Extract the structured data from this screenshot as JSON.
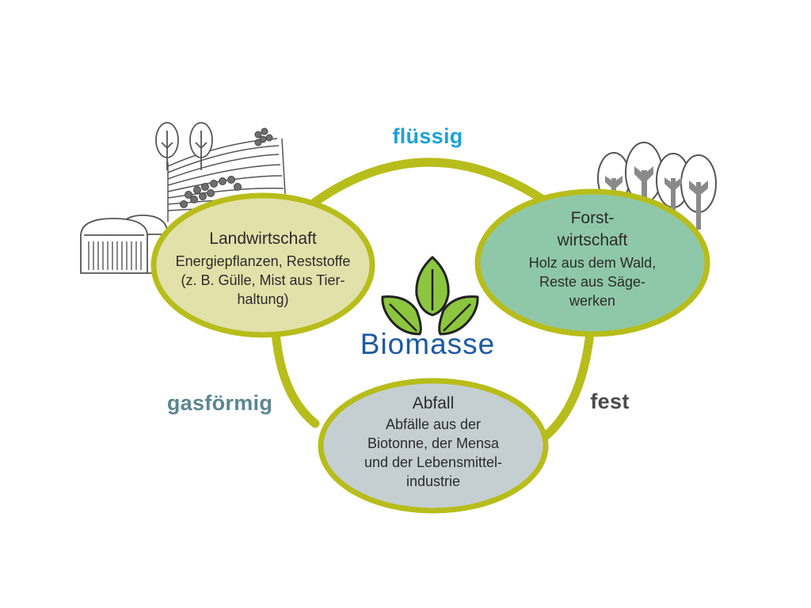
{
  "center": {
    "label": "Biomasse",
    "color": "#1e5aa0"
  },
  "states": {
    "liquid": {
      "label": "flüssig",
      "color": "#1ea0d8"
    },
    "gaseous": {
      "label": "gasförmig",
      "color": "#5c8690"
    },
    "solid": {
      "label": "fest",
      "color": "#4a4a4a"
    }
  },
  "nodes": {
    "agriculture": {
      "title": "Landwirtschaft",
      "lines": [
        "Energiepflanzen, Reststoffe",
        "(z. B. Gülle, Mist aus Tier-",
        "haltung)"
      ],
      "fill": "#e3e1aa"
    },
    "forestry": {
      "title_lines": [
        "Forst-",
        "wirtschaft"
      ],
      "lines": [
        "Holz aus dem Wald,",
        "Reste aus Säge-",
        "werken"
      ],
      "fill": "#8fc8a8"
    },
    "waste": {
      "title": "Abfall",
      "lines": [
        "Abfälle aus der",
        "Biotonne, der Mensa",
        "und der Lebensmittel-",
        "industrie"
      ],
      "fill": "#c5cfd2"
    }
  },
  "colors": {
    "ring": "#b7bd1a",
    "leaf": "#8cc63f",
    "icon_stroke": "#555555",
    "tree_fill": "#888888"
  },
  "icons": [
    "farm-icon",
    "forest-icon",
    "leaves-icon"
  ]
}
